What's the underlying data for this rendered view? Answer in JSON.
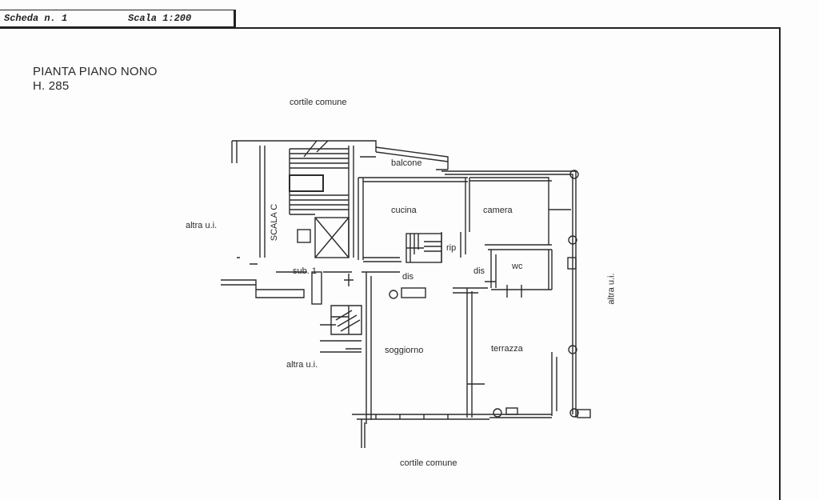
{
  "header": {
    "scheda": "Scheda n. 1",
    "scala": "Scala 1:200"
  },
  "title": {
    "line1": "PIANTA PIANO NONO",
    "line2": "H. 285"
  },
  "labels": {
    "cortile_top": "cortile comune",
    "cortile_bottom": "cortile comune",
    "altra_left": "altra u.i.",
    "altra_right": "altra u.i.",
    "altra_bottom": "altra u.i.",
    "scala": "SCALA C",
    "balcone": "balcone",
    "cucina": "cucina",
    "camera": "camera",
    "rip": "rip",
    "sub": "sub. 1",
    "dis_left": "dis",
    "dis_right": "dis",
    "wc": "wc",
    "soggiorno": "soggiorno",
    "terrazza": "terrazza"
  },
  "colors": {
    "line": "#2b2b2b",
    "paper": "#fdfdfd"
  }
}
